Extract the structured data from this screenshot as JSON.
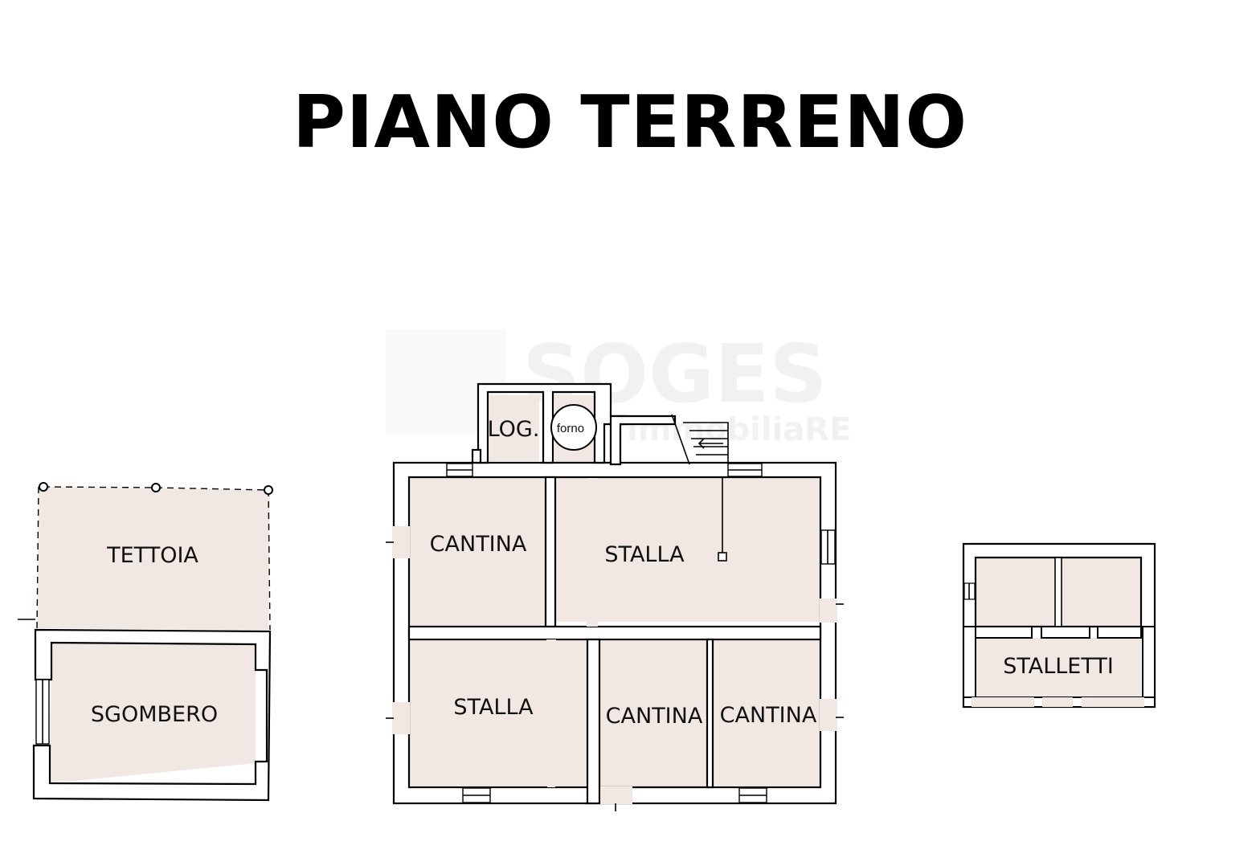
{
  "title": "PIANO TERRENO",
  "watermark": {
    "brand": "SOGES",
    "sub": "immobiliaRE"
  },
  "rooms": {
    "tettoia": "TETTOIA",
    "sgombero": "SGOMBERO",
    "log": "LOG.",
    "forno": "forno",
    "cantina_1": "CANTINA",
    "stalla_1": "STALLA",
    "stalla_2": "STALLA",
    "cantina_2": "CANTINA",
    "cantina_3": "CANTINA",
    "stalletti": "STALLETTI"
  },
  "colors": {
    "room_fill": "#f2e8e3",
    "wall": "#000000"
  }
}
